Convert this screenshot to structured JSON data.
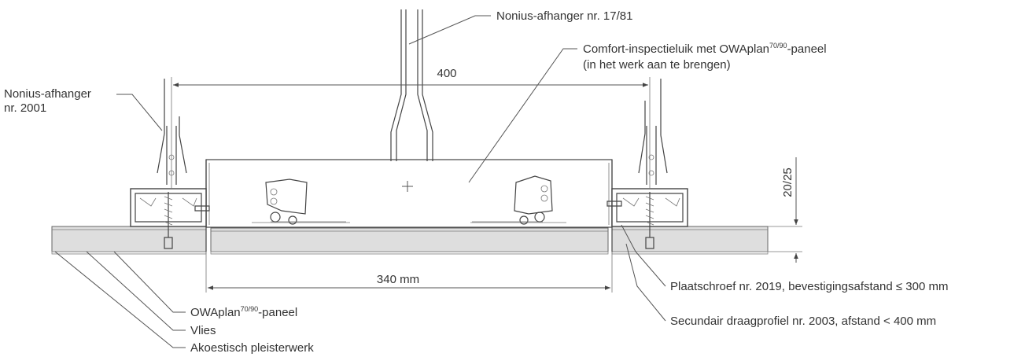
{
  "labels": {
    "hanger_1781": "Nonius-afhanger nr. 17/81",
    "hatch_line1_pre": "Comfort-inspectieluik met OWAplan",
    "hatch_line1_sup": "70/90",
    "hatch_line1_post": "-paneel",
    "hatch_line2": "(in het werk aan te brengen)",
    "hanger_2001_line1": "Nonius-afhanger",
    "hanger_2001_line2": "nr. 2001",
    "panel_pre": "OWAplan",
    "panel_sup": "70/90",
    "panel_post": "-paneel",
    "fleece": "Vlies",
    "plaster": "Akoestisch pleisterwerk",
    "screw": "Plaatschroef nr. 2019, bevestigingsafstand ≤ 300 mm",
    "profile": "Secundair draagprofiel nr. 2003, afstand < 400 mm"
  },
  "dimensions": {
    "hanger_spacing": "400",
    "opening_width": "340 mm",
    "height": "20/25"
  },
  "colors": {
    "line": "#444444",
    "board": "#dedede",
    "text": "#333333"
  }
}
